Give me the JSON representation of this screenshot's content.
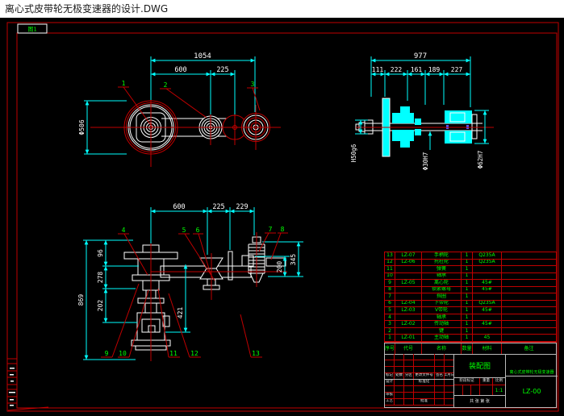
{
  "window": {
    "title": "离心式皮带轮无极变速器的设计.DWG"
  },
  "frame": {
    "corner_box_label": "图1"
  },
  "top_view": {
    "dim_1054": "1054",
    "dim_600": "600",
    "dim_225": "225",
    "dim_phi506": "Φ506",
    "balloons": [
      "1",
      "2",
      "3"
    ]
  },
  "side_view": {
    "dim_977": "977",
    "dim_111": "111",
    "dim_222": "222",
    "dim_161": "161",
    "dim_189": "189",
    "dim_227": "227",
    "label_h50g6": "H50g6",
    "label_phi30h7": "Φ30H7",
    "label_phi62h7": "Φ62H7"
  },
  "front_view": {
    "dim_600": "600",
    "dim_225": "225",
    "dim_229": "229",
    "dim_96": "96",
    "dim_278": "278",
    "dim_202": "202",
    "dim_869": "869",
    "dim_421": "421",
    "dim_200": "200",
    "dim_345": "345",
    "balloons_top": [
      "4",
      "5",
      "6",
      "7",
      "8"
    ],
    "balloons_bottom": [
      "9",
      "10",
      "11",
      "12",
      "13"
    ]
  },
  "bom": {
    "headers": {
      "no": "序号",
      "code": "代号",
      "name": "名称",
      "qty": "数量",
      "material": "材料",
      "remarks": "备注"
    },
    "rows": [
      {
        "no": "13",
        "code": "LZ-07",
        "name": "手柄轮",
        "qty": "1",
        "material": "Q235A",
        "remarks": ""
      },
      {
        "no": "12",
        "code": "LZ-06",
        "name": "托柱轮",
        "qty": "1",
        "material": "Q235A",
        "remarks": ""
      },
      {
        "no": "11",
        "code": "",
        "name": "弹簧",
        "qty": "1",
        "material": "",
        "remarks": ""
      },
      {
        "no": "10",
        "code": "",
        "name": "轴承",
        "qty": "1",
        "material": "",
        "remarks": ""
      },
      {
        "no": "9",
        "code": "LZ-05",
        "name": "离心轮",
        "qty": "1",
        "material": "45#",
        "remarks": ""
      },
      {
        "no": "8",
        "code": "",
        "name": "锁紧螺母",
        "qty": "1",
        "material": "45#",
        "remarks": ""
      },
      {
        "no": "7",
        "code": "",
        "name": "挡圈",
        "qty": "1",
        "material": "",
        "remarks": ""
      },
      {
        "no": "6",
        "code": "LZ-04",
        "name": "下带轮",
        "qty": "1",
        "material": "Q235A",
        "remarks": ""
      },
      {
        "no": "5",
        "code": "LZ-03",
        "name": "V带轮",
        "qty": "1",
        "material": "45#",
        "remarks": ""
      },
      {
        "no": "4",
        "code": "",
        "name": "轴承",
        "qty": "1",
        "material": "",
        "remarks": ""
      },
      {
        "no": "3",
        "code": "LZ-02",
        "name": "传动轴",
        "qty": "1",
        "material": "45#",
        "remarks": ""
      },
      {
        "no": "2",
        "code": "",
        "name": "键",
        "qty": "1",
        "material": "",
        "remarks": ""
      },
      {
        "no": "1",
        "code": "LZ-01",
        "name": "主动轴",
        "qty": "1",
        "material": "45",
        "remarks": ""
      }
    ]
  },
  "title_block": {
    "doc_type": "装配图",
    "title": "离心式皮带轮无极变速器",
    "drawing_no": "LZ-00",
    "rev_headers": [
      "标记",
      "处数",
      "分区",
      "更改文件号",
      "签名",
      "年月日"
    ],
    "role_design": "设计",
    "role_standard": "标准化",
    "role_check": "审核",
    "role_process": "工艺",
    "role_approve": "批准",
    "stage_label": "阶段标记",
    "weight_label": "重量",
    "scale_label": "比例",
    "scale_value": "1:1",
    "sheet_info": "共 张 第 张"
  }
}
